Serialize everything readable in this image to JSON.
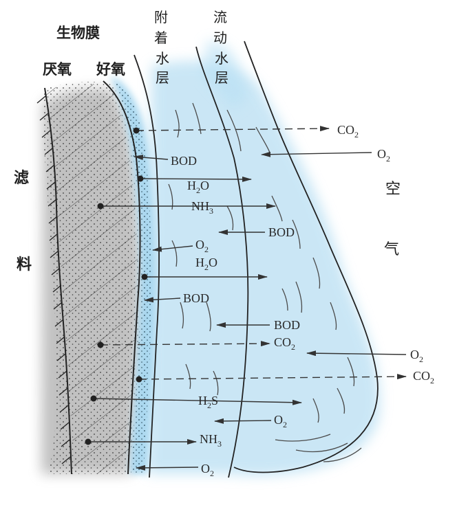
{
  "diagram": {
    "headers": {
      "biofilm": "生物膜",
      "anaerobic": "厌氧",
      "aerobic": "好氧",
      "attached_water": [
        "附",
        "着",
        "水",
        "层"
      ],
      "flowing_water": [
        "流",
        "动",
        "水",
        "层"
      ]
    },
    "side_labels": {
      "filter_media": [
        "滤",
        "料"
      ],
      "air": [
        "空",
        "气"
      ]
    },
    "species": {
      "co2": "CO",
      "o2": "O",
      "bod": "BOD",
      "h2o_h": "H",
      "h2o_o": "O",
      "nh3": "NH",
      "h2s_h": "H",
      "h2s_s": "S",
      "sub2": "2",
      "sub3": "3"
    },
    "colors": {
      "water": "#9fd3ee",
      "biofilm_gray": "#8f8f8f",
      "ink": "#2a2a2a"
    }
  }
}
